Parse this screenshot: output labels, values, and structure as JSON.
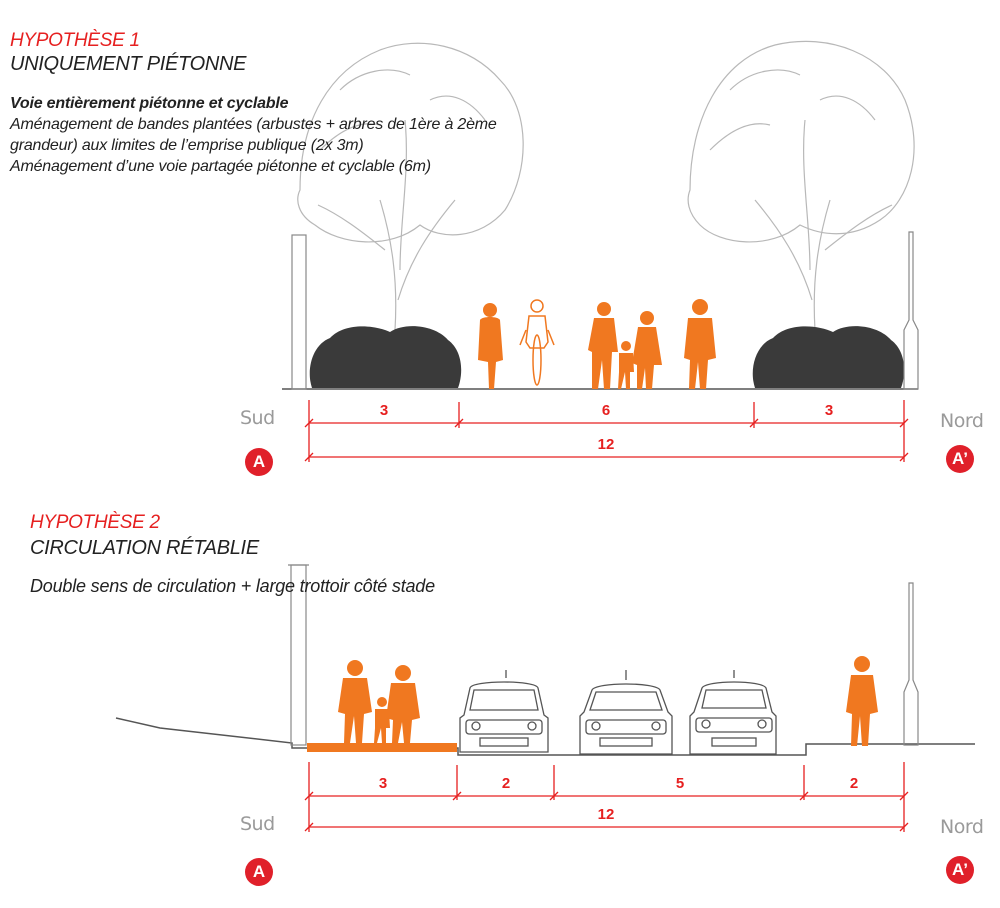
{
  "section1": {
    "hypothesis": "HYPOTHÈSE 1",
    "subtitle": "UNIQUEMENT PIÉTONNE",
    "desc_bold": "Voie entièrement piétonne et cyclable",
    "desc_line1": "Aménagement de bandes plantées (arbustes + arbres de 1ère à 2ème",
    "desc_line2": "grandeur) aux limites de l’emprise publique (2x 3m)",
    "desc_line3": "Aménagement d’une voie partagée piétonne et cyclable (6m)",
    "dims": [
      "3",
      "6",
      "3"
    ],
    "total": "12",
    "left_dir": "Sud",
    "right_dir": "Nord",
    "left_badge": "A",
    "right_badge": "A’"
  },
  "section2": {
    "hypothesis": "HYPOTHÈSE 2",
    "subtitle": "CIRCULATION RÉTABLIE",
    "desc": "Double sens de circulation + large trottoir côté stade",
    "dims": [
      "3",
      "2",
      "5",
      "2"
    ],
    "total": "12",
    "left_dir": "Sud",
    "right_dir": "Nord",
    "left_badge": "A",
    "right_badge": "A’"
  },
  "colors": {
    "accent_red": "#e62020",
    "figure_orange": "#f07820",
    "shrub_dark": "#3a3a3a",
    "tree_line": "#b8b8b8"
  }
}
